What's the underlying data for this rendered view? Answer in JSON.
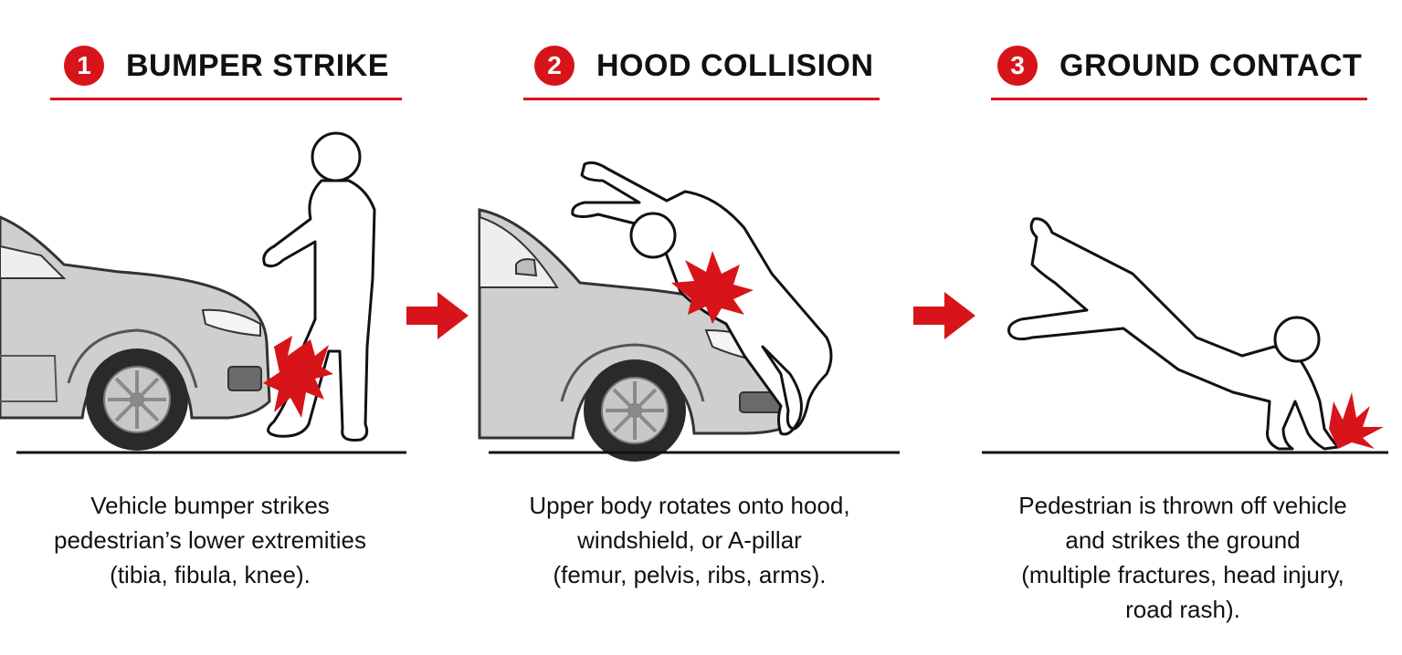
{
  "colors": {
    "accent": "#d7141a",
    "car_body": "#cfcfcf",
    "car_dark": "#8a8a8a"
  },
  "steps": [
    {
      "number": "1",
      "title": "BUMPER STRIKE",
      "caption": [
        "Vehicle bumper strikes",
        "pedestrian’s lower extremities",
        "(tibia, fibula, knee)."
      ]
    },
    {
      "number": "2",
      "title": "HOOD COLLISION",
      "caption": [
        "Upper body rotates onto hood,",
        "windshield, or A-pillar",
        "(femur, pelvis, ribs, arms)."
      ]
    },
    {
      "number": "3",
      "title": "GROUND CONTACT",
      "caption": [
        "Pedestrian is thrown off vehicle",
        "and strikes the ground",
        "(multiple fractures, head injury,",
        "road rash)."
      ]
    }
  ],
  "arrows": [
    "arrow-right-icon",
    "arrow-right-icon"
  ]
}
